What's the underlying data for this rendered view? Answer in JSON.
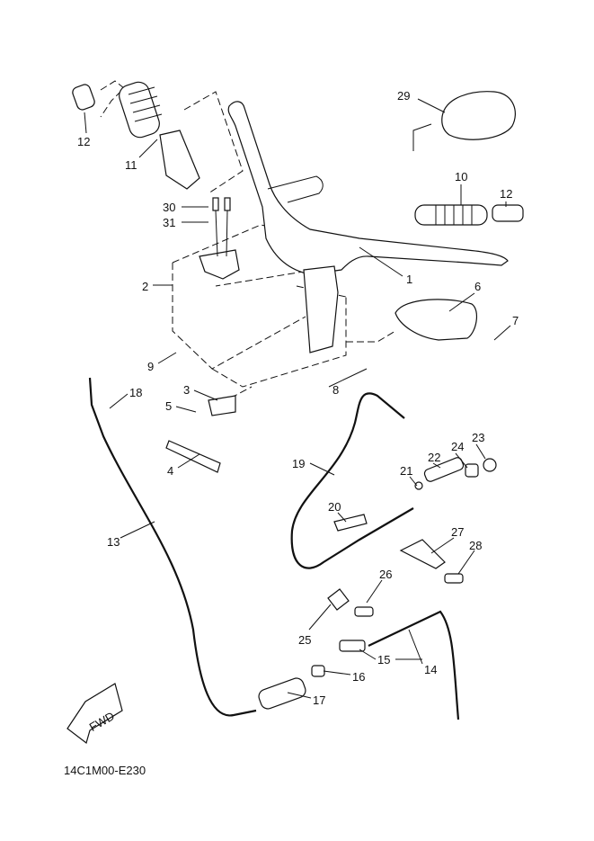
{
  "diagram_code": "14C1M00-E230",
  "direction_arrow": "FWD",
  "callouts": [
    {
      "id": "12a",
      "text": "12"
    },
    {
      "id": "11",
      "text": "11"
    },
    {
      "id": "29",
      "text": "29"
    },
    {
      "id": "10",
      "text": "10"
    },
    {
      "id": "12b",
      "text": "12"
    },
    {
      "id": "30",
      "text": "30"
    },
    {
      "id": "31",
      "text": "31"
    },
    {
      "id": "2",
      "text": "2"
    },
    {
      "id": "1",
      "text": "1"
    },
    {
      "id": "6",
      "text": "6"
    },
    {
      "id": "7",
      "text": "7"
    },
    {
      "id": "9",
      "text": "9"
    },
    {
      "id": "3",
      "text": "3"
    },
    {
      "id": "8",
      "text": "8"
    },
    {
      "id": "18",
      "text": "18"
    },
    {
      "id": "5",
      "text": "5"
    },
    {
      "id": "4",
      "text": "4"
    },
    {
      "id": "19",
      "text": "19"
    },
    {
      "id": "23",
      "text": "23"
    },
    {
      "id": "24",
      "text": "24"
    },
    {
      "id": "22",
      "text": "22"
    },
    {
      "id": "21",
      "text": "21"
    },
    {
      "id": "20",
      "text": "20"
    },
    {
      "id": "13",
      "text": "13"
    },
    {
      "id": "27",
      "text": "27"
    },
    {
      "id": "28",
      "text": "28"
    },
    {
      "id": "26",
      "text": "26"
    },
    {
      "id": "25",
      "text": "25"
    },
    {
      "id": "15",
      "text": "15"
    },
    {
      "id": "14",
      "text": "14"
    },
    {
      "id": "16",
      "text": "16"
    },
    {
      "id": "17",
      "text": "17"
    }
  ]
}
